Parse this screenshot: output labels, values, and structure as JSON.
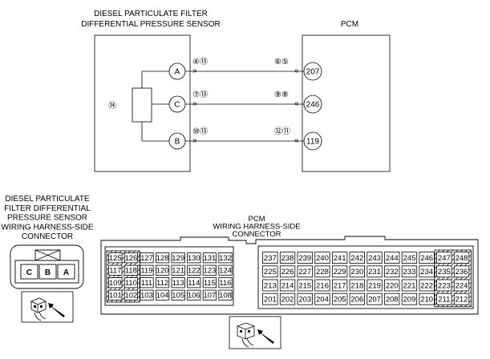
{
  "sensor": {
    "title_line1": "DIESEL PARTICULATE FILTER",
    "title_line2": "DIFFERENTIAL PRESSURE SENSOR",
    "body_ref": "⑭",
    "terminals": [
      {
        "letter": "A",
        "refs": "④⑬"
      },
      {
        "letter": "C",
        "refs": "⑦⑬"
      },
      {
        "letter": "B",
        "refs": "⑩⑬"
      }
    ]
  },
  "pcm": {
    "title": "PCM",
    "terminals": [
      {
        "number": "207",
        "refs": "⑥⑤"
      },
      {
        "number": "246",
        "refs": "⑨⑧"
      },
      {
        "number": "119",
        "refs": "⑫⑪"
      }
    ]
  },
  "wire_marks": {
    "sensor_side": "»",
    "pcm_side": "«"
  },
  "sensor_connector": {
    "title_lines": [
      "DIESEL PARTICULATE",
      "FILTER DIFFERENTIAL",
      "PRESSURE SENSOR",
      "WIRING HARNESS-SIDE",
      "CONNECTOR"
    ],
    "pins": [
      "C",
      "B",
      "A"
    ]
  },
  "pcm_connector": {
    "title_lines": [
      "PCM",
      "WIRING HARNESS-SIDE",
      "CONNECTOR"
    ],
    "left_block": [
      [
        "125",
        "126",
        "127",
        "128",
        "129",
        "130",
        "131",
        "132"
      ],
      [
        "117",
        "118",
        "119",
        "120",
        "121",
        "122",
        "123",
        "124"
      ],
      [
        "109",
        "110",
        "111",
        "112",
        "113",
        "114",
        "115",
        "116"
      ],
      [
        "101",
        "102",
        "103",
        "104",
        "105",
        "106",
        "107",
        "108"
      ]
    ],
    "right_block": [
      [
        "237",
        "238",
        "239",
        "240",
        "241",
        "242",
        "243",
        "244",
        "245",
        "246",
        "247",
        "248"
      ],
      [
        "225",
        "226",
        "227",
        "228",
        "229",
        "230",
        "231",
        "232",
        "233",
        "234",
        "235",
        "236"
      ],
      [
        "213",
        "214",
        "215",
        "216",
        "217",
        "218",
        "219",
        "220",
        "221",
        "222",
        "223",
        "224"
      ],
      [
        "201",
        "202",
        "203",
        "204",
        "205",
        "206",
        "207",
        "208",
        "209",
        "210",
        "211",
        "212"
      ]
    ]
  }
}
